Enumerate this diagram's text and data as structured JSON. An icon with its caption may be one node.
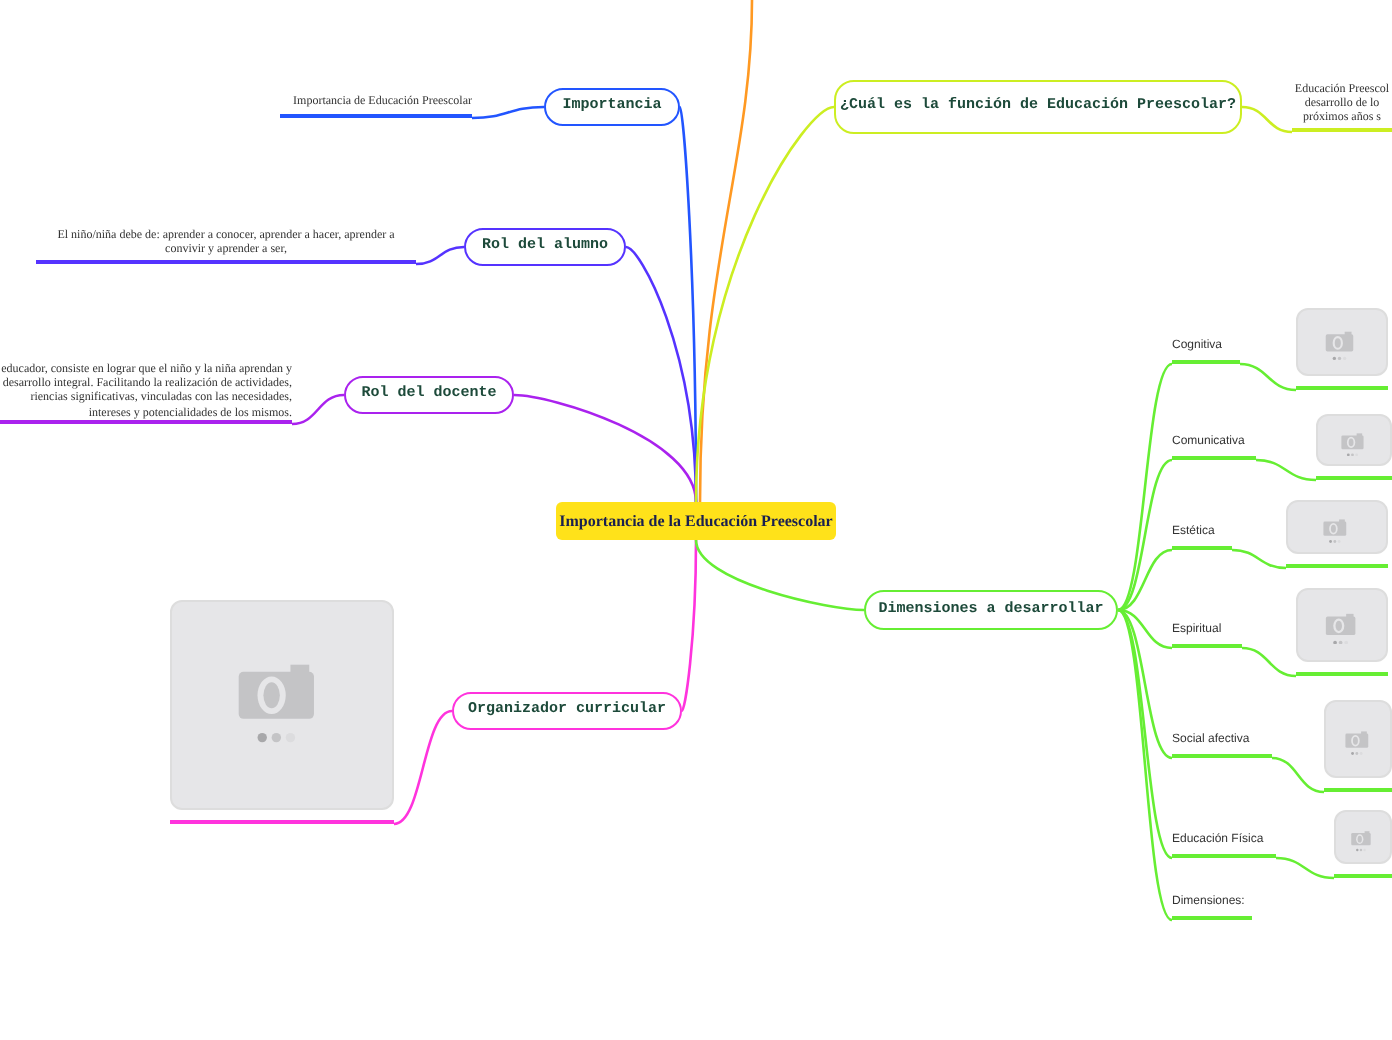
{
  "diagram": {
    "nodes": [
      {
        "text": [
          "Importancia de la Educación Preescolar"
        ]
      },
      {
        "text": [
          "Importancia"
        ]
      },
      {
        "text": [
          "Importancia de Educación Preescolar"
        ]
      },
      {
        "text": [
          "Rol del alumno"
        ]
      },
      {
        "text": [
          "El niño/niña debe de: aprender a conocer, aprender a hacer, aprender a convivir y aprender a ser,"
        ]
      },
      {
        "text": [
          "Rol del docente"
        ]
      },
      {
        "text": [
          "educador, consiste en lograr que el niño y la niña aprendan y desarrollo integral. Facilitando la realización de actividades, riencias significativas, vinculadas con las necesidades, intereses y potencialidades de los mismos."
        ]
      },
      {
        "text": [
          "Organizador curricular"
        ]
      },
      {
        "text": [],
        "shape": "box"
      },
      {
        "text": [
          "¿Cuál es la función de Educación Preescolar?"
        ]
      },
      {
        "text": [
          "Educación Preescol desarrollo de lo próximos años s"
        ]
      },
      {
        "text": [
          "Dimensiones a desarrollar"
        ]
      },
      {
        "text": [
          "Cognitiva"
        ]
      },
      {
        "text": [],
        "shape": "box"
      },
      {
        "text": [
          "Comunicativa"
        ]
      },
      {
        "text": [],
        "shape": "box"
      },
      {
        "text": [
          "Estética"
        ]
      },
      {
        "text": [],
        "shape": "box"
      },
      {
        "text": [
          "Espiritual"
        ]
      },
      {
        "text": [],
        "shape": "box"
      },
      {
        "text": [
          "Social afectiva"
        ]
      },
      {
        "text": [],
        "shape": "box"
      },
      {
        "text": [
          "Educación Física"
        ]
      },
      {
        "text": [],
        "shape": "box"
      },
      {
        "text": [
          "Dimensiones:"
        ]
      }
    ],
    "edges": [
      {
        "from": 0,
        "to": null,
        "arrow": "none",
        "color": "#ff9922"
      },
      {
        "from": 0,
        "to": 1,
        "arrow": "none",
        "color": "#2255ff"
      },
      {
        "from": 1,
        "to": 2,
        "arrow": "none",
        "color": "#2255ff"
      },
      {
        "from": 0,
        "to": 3,
        "arrow": "none",
        "color": "#5533ff"
      },
      {
        "from": 3,
        "to": 4,
        "arrow": "none",
        "color": "#5533ff"
      },
      {
        "from": 0,
        "to": 5,
        "arrow": "none",
        "color": "#aa22ee"
      },
      {
        "from": 5,
        "to": 6,
        "arrow": "none",
        "color": "#aa22ee"
      },
      {
        "from": 0,
        "to": 7,
        "arrow": "none",
        "color": "#ff33dd"
      },
      {
        "from": 7,
        "to": 8,
        "arrow": "none",
        "color": "#ff33dd"
      },
      {
        "from": 0,
        "to": 9,
        "arrow": "none",
        "color": "#ccee22"
      },
      {
        "from": 9,
        "to": 10,
        "arrow": "none",
        "color": "#ccee22"
      },
      {
        "from": 0,
        "to": 11,
        "arrow": "none",
        "color": "#66ee33"
      },
      {
        "from": 11,
        "to": 12,
        "arrow": "none",
        "color": "#66ee33"
      },
      {
        "from": 12,
        "to": 13,
        "arrow": "none",
        "color": "#66ee33"
      },
      {
        "from": 11,
        "to": 14,
        "arrow": "none",
        "color": "#66ee33"
      },
      {
        "from": 14,
        "to": 15,
        "arrow": "none",
        "color": "#66ee33"
      },
      {
        "from": 11,
        "to": 16,
        "arrow": "none",
        "color": "#66ee33"
      },
      {
        "from": 16,
        "to": 17,
        "arrow": "none",
        "color": "#66ee33"
      },
      {
        "from": 11,
        "to": 18,
        "arrow": "none",
        "color": "#66ee33"
      },
      {
        "from": 18,
        "to": 19,
        "arrow": "none",
        "color": "#66ee33"
      },
      {
        "from": 11,
        "to": 20,
        "arrow": "none",
        "color": "#66ee33"
      },
      {
        "from": 20,
        "to": 21,
        "arrow": "none",
        "color": "#66ee33"
      },
      {
        "from": 11,
        "to": 22,
        "arrow": "none",
        "color": "#66ee33"
      },
      {
        "from": 22,
        "to": 23,
        "arrow": "none",
        "color": "#66ee33"
      },
      {
        "from": 11,
        "to": 24,
        "arrow": "none",
        "color": "#66ee33"
      }
    ]
  }
}
